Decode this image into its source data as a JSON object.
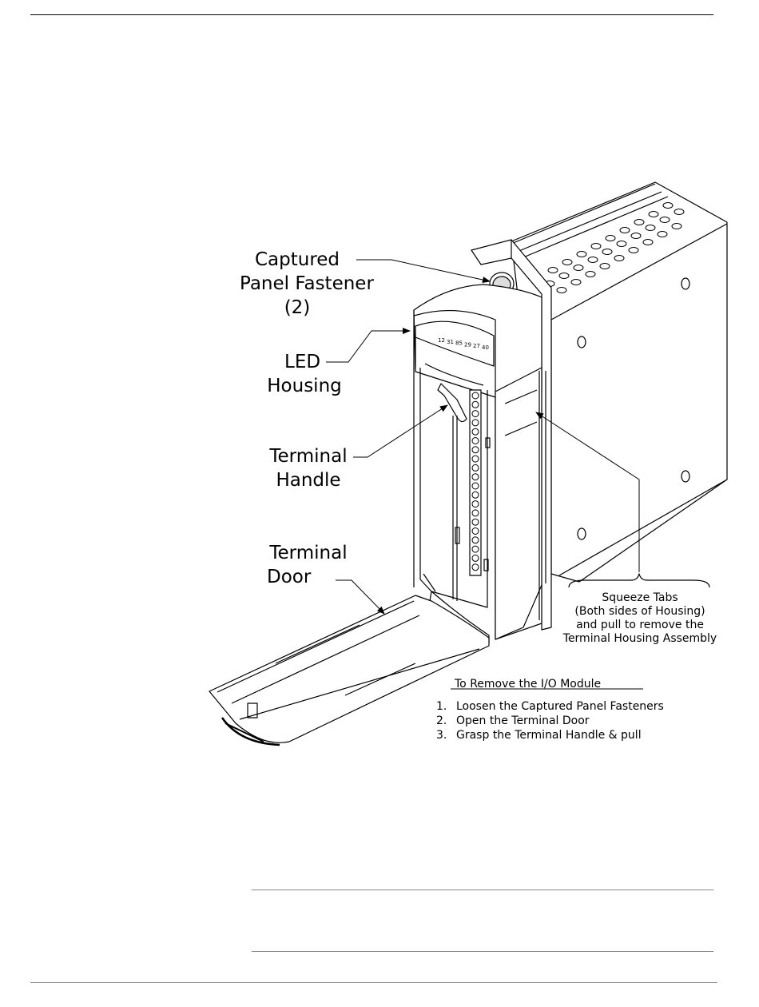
{
  "callouts": {
    "captured_panel_fastener": [
      "Captured",
      "Panel Fastener",
      "(2)"
    ],
    "led_housing": [
      "LED",
      "Housing"
    ],
    "terminal_handle": [
      "Terminal",
      "Handle"
    ],
    "terminal_door": [
      "Terminal",
      "Door"
    ]
  },
  "squeeze_note": [
    "Squeeze Tabs",
    "(Both sides of Housing)",
    "and pull to remove the",
    "Terminal Housing Assembly"
  ],
  "removal": {
    "title": "To Remove the I/O Module",
    "steps": [
      {
        "num": "1.",
        "text": "Loosen the Captured Panel Fasteners"
      },
      {
        "num": "2.",
        "text": "Open the Terminal Door"
      },
      {
        "num": "3.",
        "text": "Grasp the Terminal Handle & pull"
      }
    ]
  },
  "led_numbers": [
    "12",
    "31",
    "85",
    "29",
    "27",
    "40"
  ]
}
